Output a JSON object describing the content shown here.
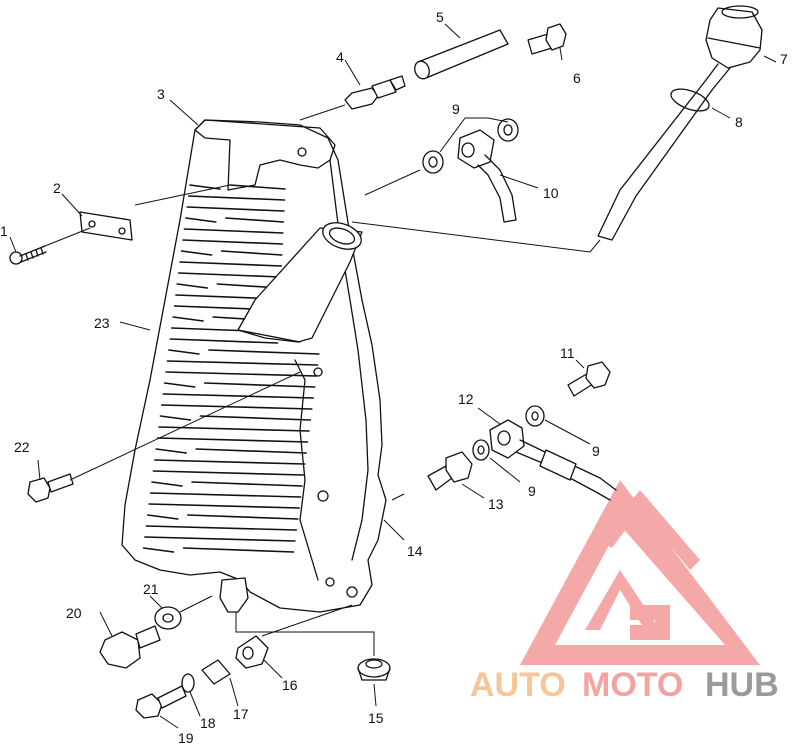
{
  "labels": {
    "p1": "1",
    "p2": "2",
    "p3": "3",
    "p4": "4",
    "p5": "5",
    "p6": "6",
    "p7": "7",
    "p8": "8",
    "p9a": "9",
    "p9b": "9",
    "p9c": "9",
    "p10": "10",
    "p11": "11",
    "p12": "12",
    "p13": "13",
    "p14": "14",
    "p15": "15",
    "p16": "16",
    "p17": "17",
    "p18": "18",
    "p19": "19",
    "p20": "20",
    "p21": "21",
    "p22": "22",
    "p23": "23"
  },
  "watermark": {
    "part1": "AUTO",
    "part2": "MOTO",
    "part3": "HUB",
    "color1": "#f6c69a",
    "color2": "#f4a3a3",
    "color3": "#9a9a9a",
    "logo_color": "#f28b8b"
  }
}
